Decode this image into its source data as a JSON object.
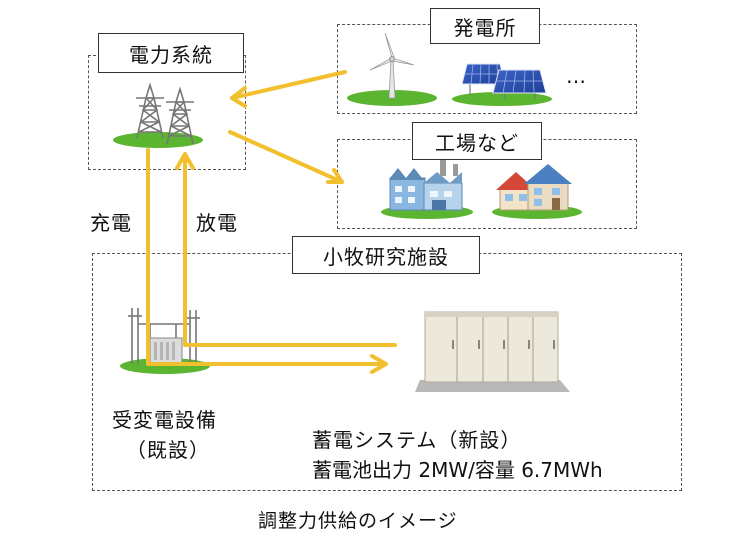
{
  "labels": {
    "grid": "電力系統",
    "power_plant": "発電所",
    "ellipsis": "…",
    "factories": "工場など",
    "charge": "充電",
    "discharge": "放電",
    "facility": "小牧研究施設",
    "substation_line1": "受変電設備",
    "substation_line2": "（既設）",
    "storage_line1": "蓄電システム（新設）",
    "storage_line2": "蓄電池出力 2MW/容量 6.7MWh",
    "caption": "調整力供給のイメージ"
  },
  "colors": {
    "arrow": "#f2c02e",
    "grass": "#5cb531",
    "cabinet": "#ece9dc"
  }
}
